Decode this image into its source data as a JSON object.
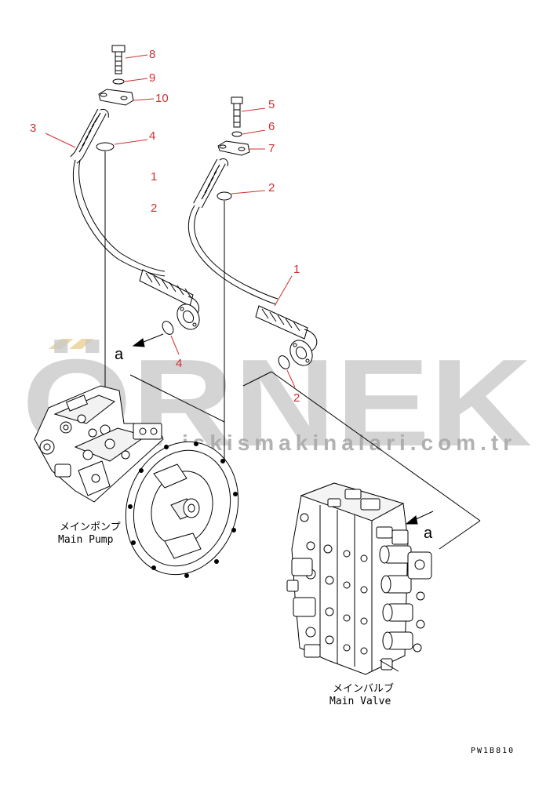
{
  "watermark": {
    "brand": "ÖRNEK",
    "url": "iskismakinalari.com.tr",
    "brand_color": "#c8c8c8",
    "accent_color": "#f0d9a8"
  },
  "callouts": [
    {
      "id": "c8",
      "num": "8"
    },
    {
      "id": "c9",
      "num": "9"
    },
    {
      "id": "c10",
      "num": "10"
    },
    {
      "id": "c3",
      "num": "3"
    },
    {
      "id": "c4a",
      "num": "4"
    },
    {
      "id": "c1a",
      "num": "1"
    },
    {
      "id": "c2a",
      "num": "2"
    },
    {
      "id": "c5",
      "num": "5"
    },
    {
      "id": "c6",
      "num": "6"
    },
    {
      "id": "c7",
      "num": "7"
    },
    {
      "id": "c2b",
      "num": "2"
    },
    {
      "id": "c1b",
      "num": "1"
    },
    {
      "id": "c4b",
      "num": "4"
    },
    {
      "id": "c2c",
      "num": "2"
    }
  ],
  "view_marks": {
    "left": "a",
    "right": "a"
  },
  "labels": {
    "pump_jp": "メインポンプ",
    "pump_en": "Main Pump",
    "valve_jp": "メインバルブ",
    "valve_en": "Main Valve",
    "drawing_code": "PW1B810"
  },
  "colors": {
    "callout": "#d03030",
    "line": "#000000"
  }
}
